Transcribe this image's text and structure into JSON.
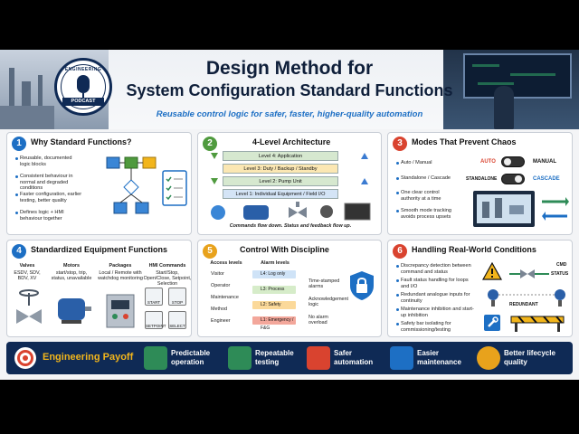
{
  "header": {
    "podcast_top": "ENGINEERING",
    "podcast_badge": "PODCAST",
    "title_line1": "Design Method for",
    "title_line2": "System Configuration Standard Functions",
    "subtitle": "Reusable control logic for safer, faster, higher-quality automation"
  },
  "cards": {
    "c1": {
      "num": "1",
      "title": "Why Standard Functions?",
      "color": "#1d6fc4",
      "bullets": [
        "Reusable, documented logic blocks",
        "Consistent behaviour in normal and degraded conditions",
        "Faster configuration, earlier testing, better quality",
        "Defines logic + HMI behaviour together"
      ]
    },
    "c2": {
      "num": "2",
      "title": "4-Level Architecture",
      "color": "#4f9a3e",
      "levels": [
        "Level 4: Application",
        "Level 3: Duty / Backup / Standby",
        "Level 2: Pump Unit",
        "Level 1: Individual Equipment / Field I/O"
      ],
      "caption": "Commands flow down. Status and feedback flow up."
    },
    "c3": {
      "num": "3",
      "title": "Modes That Prevent Chaos",
      "color": "#d9432f",
      "bullets": [
        "Auto / Manual",
        "Standalone / Cascade",
        "One clear control authority at a time",
        "Smooth mode tracking avoids process upsets"
      ],
      "tags": {
        "auto": "AUTO",
        "manual": "MANUAL",
        "standalone": "STANDALONE",
        "cascade": "CASCADE"
      }
    },
    "c4": {
      "num": "4",
      "title": "Standardized Equipment Functions",
      "color": "#1d6fc4",
      "columns": [
        {
          "head": "Valves",
          "text": "ESDV, SDV, BDV, XV"
        },
        {
          "head": "Motors",
          "text": "start/stop, trip, status, unavailable"
        },
        {
          "head": "Packages",
          "text": "Local / Remote with watchdog monitoring"
        },
        {
          "head": "HMI Commands",
          "text": "Start/Stop, Open/Close, Setpoint, Selection"
        }
      ],
      "hmi": {
        "start": "START",
        "stop": "STOP",
        "setpoint": "SETPOINT",
        "select": "SELECT"
      }
    },
    "c5": {
      "num": "5",
      "title": "Control With Discipline",
      "color": "#e8a21c",
      "access_head": "Access levels",
      "alarm_head": "Alarm levels",
      "access": [
        "Visitor",
        "Operator",
        "Maintenance",
        "Method",
        "Engineer"
      ],
      "alarms": [
        "L4: Log only",
        "L3: Process",
        "L2: Safety",
        "L1: Emergency / F&G"
      ],
      "notes": [
        "Time-stamped alarms",
        "Acknowledgement logic",
        "No alarm overload"
      ]
    },
    "c6": {
      "num": "6",
      "title": "Handling Real-World Conditions",
      "color": "#d9432f",
      "bullets": [
        "Discrepancy detection between command and status",
        "Fault status handling for loops and I/O",
        "Redundant analogue inputs for continuity",
        "Maintenance inhibition and start-up inhibition",
        "Safety bar isolating for commissioning/testing"
      ],
      "labels": {
        "cmd": "CMD",
        "status": "STATUS",
        "redundant": "REDUNDANT"
      }
    }
  },
  "footer": {
    "head": "Engineering Payoff",
    "items": [
      {
        "l1": "Predictable",
        "l2": "operation",
        "color": "#2e8b57"
      },
      {
        "l1": "Repeatable",
        "l2": "testing",
        "color": "#2e8b57"
      },
      {
        "l1": "Safer",
        "l2": "automation",
        "color": "#d9432f"
      },
      {
        "l1": "Easier",
        "l2": "maintenance",
        "color": "#1d6fc4"
      },
      {
        "l1": "Better lifecycle",
        "l2": "quality",
        "color": "#e8a21c"
      }
    ]
  }
}
